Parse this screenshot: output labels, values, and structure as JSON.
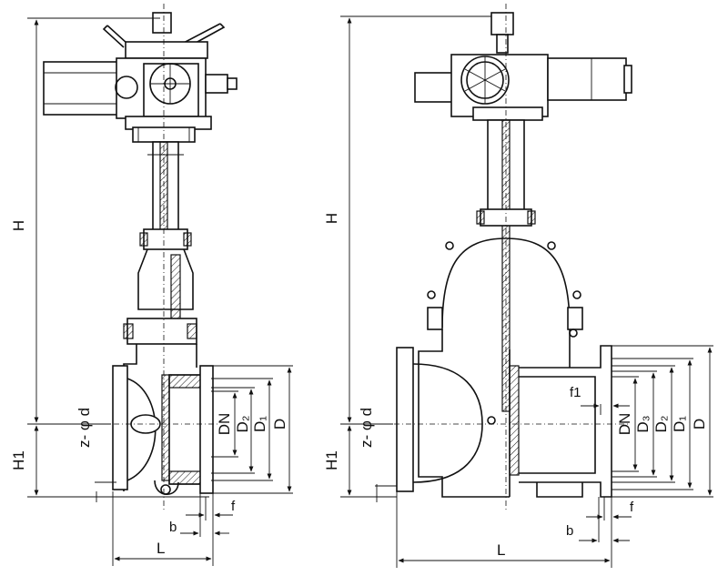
{
  "left_view": {
    "H": "H",
    "H1": "H1",
    "z_phi_d": "z- φ d",
    "DN": "DN",
    "D2": "D₂",
    "D1": "D₁",
    "D": "D",
    "b": "b",
    "f": "f",
    "L": "L"
  },
  "right_view": {
    "H": "H",
    "H1": "H1",
    "z_phi_d": "z- φ d",
    "f1": "f1",
    "DN": "DN",
    "D3": "D₃",
    "D2": "D₂",
    "D1": "D₁",
    "D": "D",
    "b": "b",
    "f": "f",
    "L": "L"
  }
}
